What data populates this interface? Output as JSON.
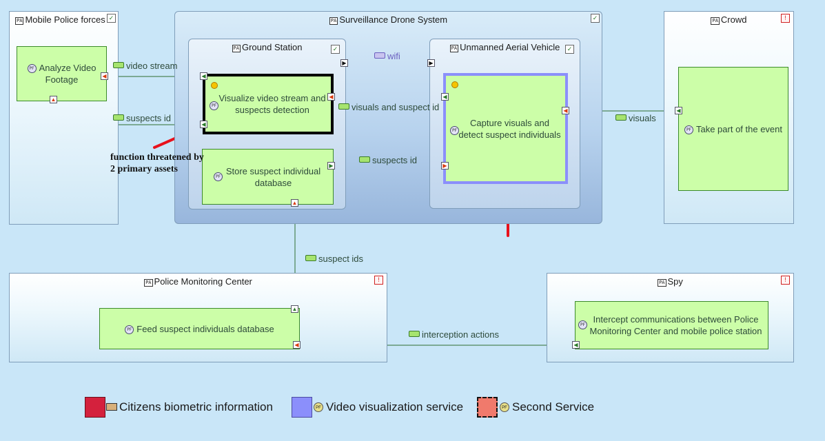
{
  "actors": {
    "mobile_police": {
      "title": "Mobile Police forces",
      "function": "Analyze Video Footage"
    },
    "crowd": {
      "title": "Crowd",
      "function": "Take part of the event"
    },
    "police_center": {
      "title": "Police Monitoring Center",
      "function": "Feed suspect individuals database"
    },
    "spy": {
      "title": "Spy",
      "function": "Intercept communications between Police Monitoring Center and mobile police station"
    }
  },
  "system": {
    "title": "Surveillance Drone System",
    "ground_station": {
      "title": "Ground Station",
      "fn_visualize": "Visualize video stream and suspects detection",
      "fn_store": "Store suspect individual database"
    },
    "uav": {
      "title": "Unmanned Aerial Vehicle",
      "fn_capture": "Capture visuals and detect suspect individuals"
    }
  },
  "flows": {
    "video_stream": "video stream",
    "suspects_id_left": "suspects id",
    "wifi": "wifi",
    "visuals_and_suspect_id": "visuals and suspect id",
    "visuals": "visuals",
    "suspects_id_mid": "suspects id",
    "suspect_ids": "suspect ids",
    "interception_actions": "interception actions"
  },
  "annotation": "function threatened by 2 primary assets",
  "legend": [
    {
      "label": "Citizens biometric information",
      "color": "#d4213d"
    },
    {
      "label": "Video visualization service",
      "color": "#8b8ffb"
    },
    {
      "label": "Second Service",
      "color": "#f07a6c"
    }
  ],
  "icons": {
    "component": "PA",
    "function": "PF",
    "check": "check-icon",
    "warning": "warning-icon"
  }
}
